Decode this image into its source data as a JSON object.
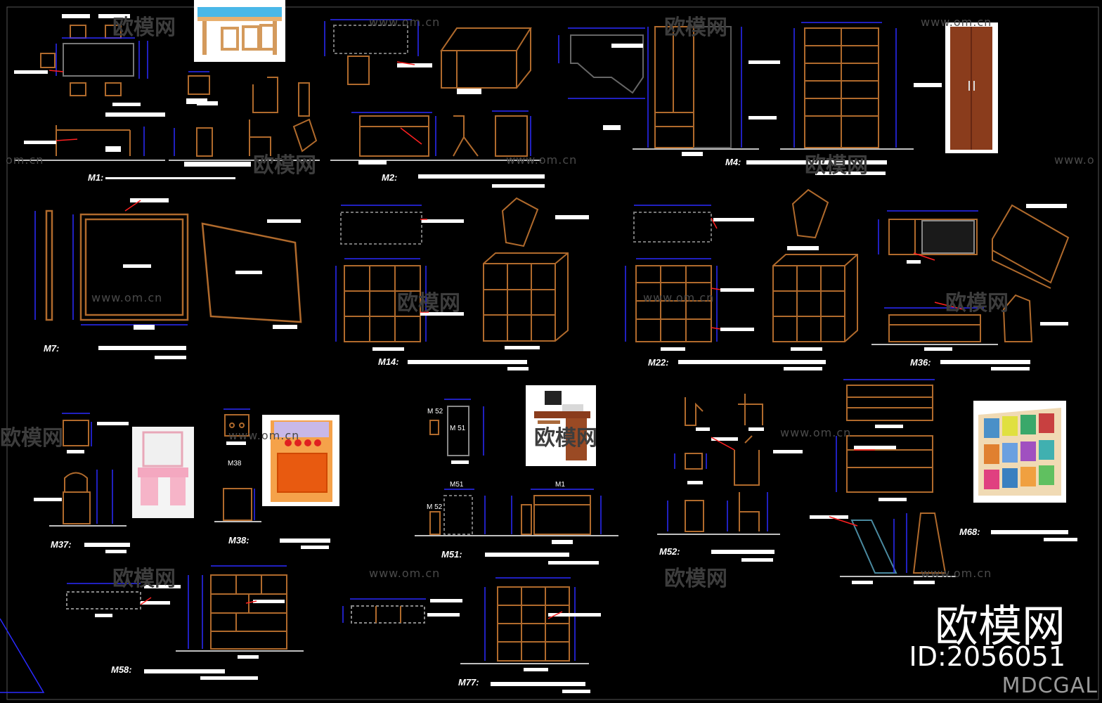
{
  "drawing": {
    "labels": [
      {
        "id": "M1",
        "text": "M1:"
      },
      {
        "id": "M2",
        "text": "M2:"
      },
      {
        "id": "M4",
        "text": "M4:"
      },
      {
        "id": "M7",
        "text": "M7:"
      },
      {
        "id": "M14",
        "text": "M14:"
      },
      {
        "id": "M22",
        "text": "M22:"
      },
      {
        "id": "M36",
        "text": "M36:"
      },
      {
        "id": "M37",
        "text": "M37:"
      },
      {
        "id": "M38",
        "text": "M38:"
      },
      {
        "id": "M51",
        "text": "M51:"
      },
      {
        "id": "M52",
        "text": "M52:"
      },
      {
        "id": "M68",
        "text": "M68:"
      },
      {
        "id": "M58",
        "text": "M58:"
      },
      {
        "id": "M77",
        "text": "M77:"
      }
    ],
    "inner_labels": {
      "m52_top": "M 52",
      "m51_top": "M 51",
      "m38_small": "M38",
      "m51_mid": "M51",
      "m1_small": "M1",
      "m52_side": "M 52"
    },
    "colors": {
      "line": "#b06a2c",
      "dim": "#2a2aff",
      "text": "#ffffff",
      "leader": "#ff2020",
      "bg": "#000000"
    }
  },
  "watermark": {
    "url_text": "www.om.cn",
    "cn_text": "欧模网",
    "left_edge": "om.cn",
    "right_edge": "www.o"
  },
  "brand": {
    "name": "欧模网",
    "id": "ID:2056051",
    "signature": "MDCGAL"
  }
}
